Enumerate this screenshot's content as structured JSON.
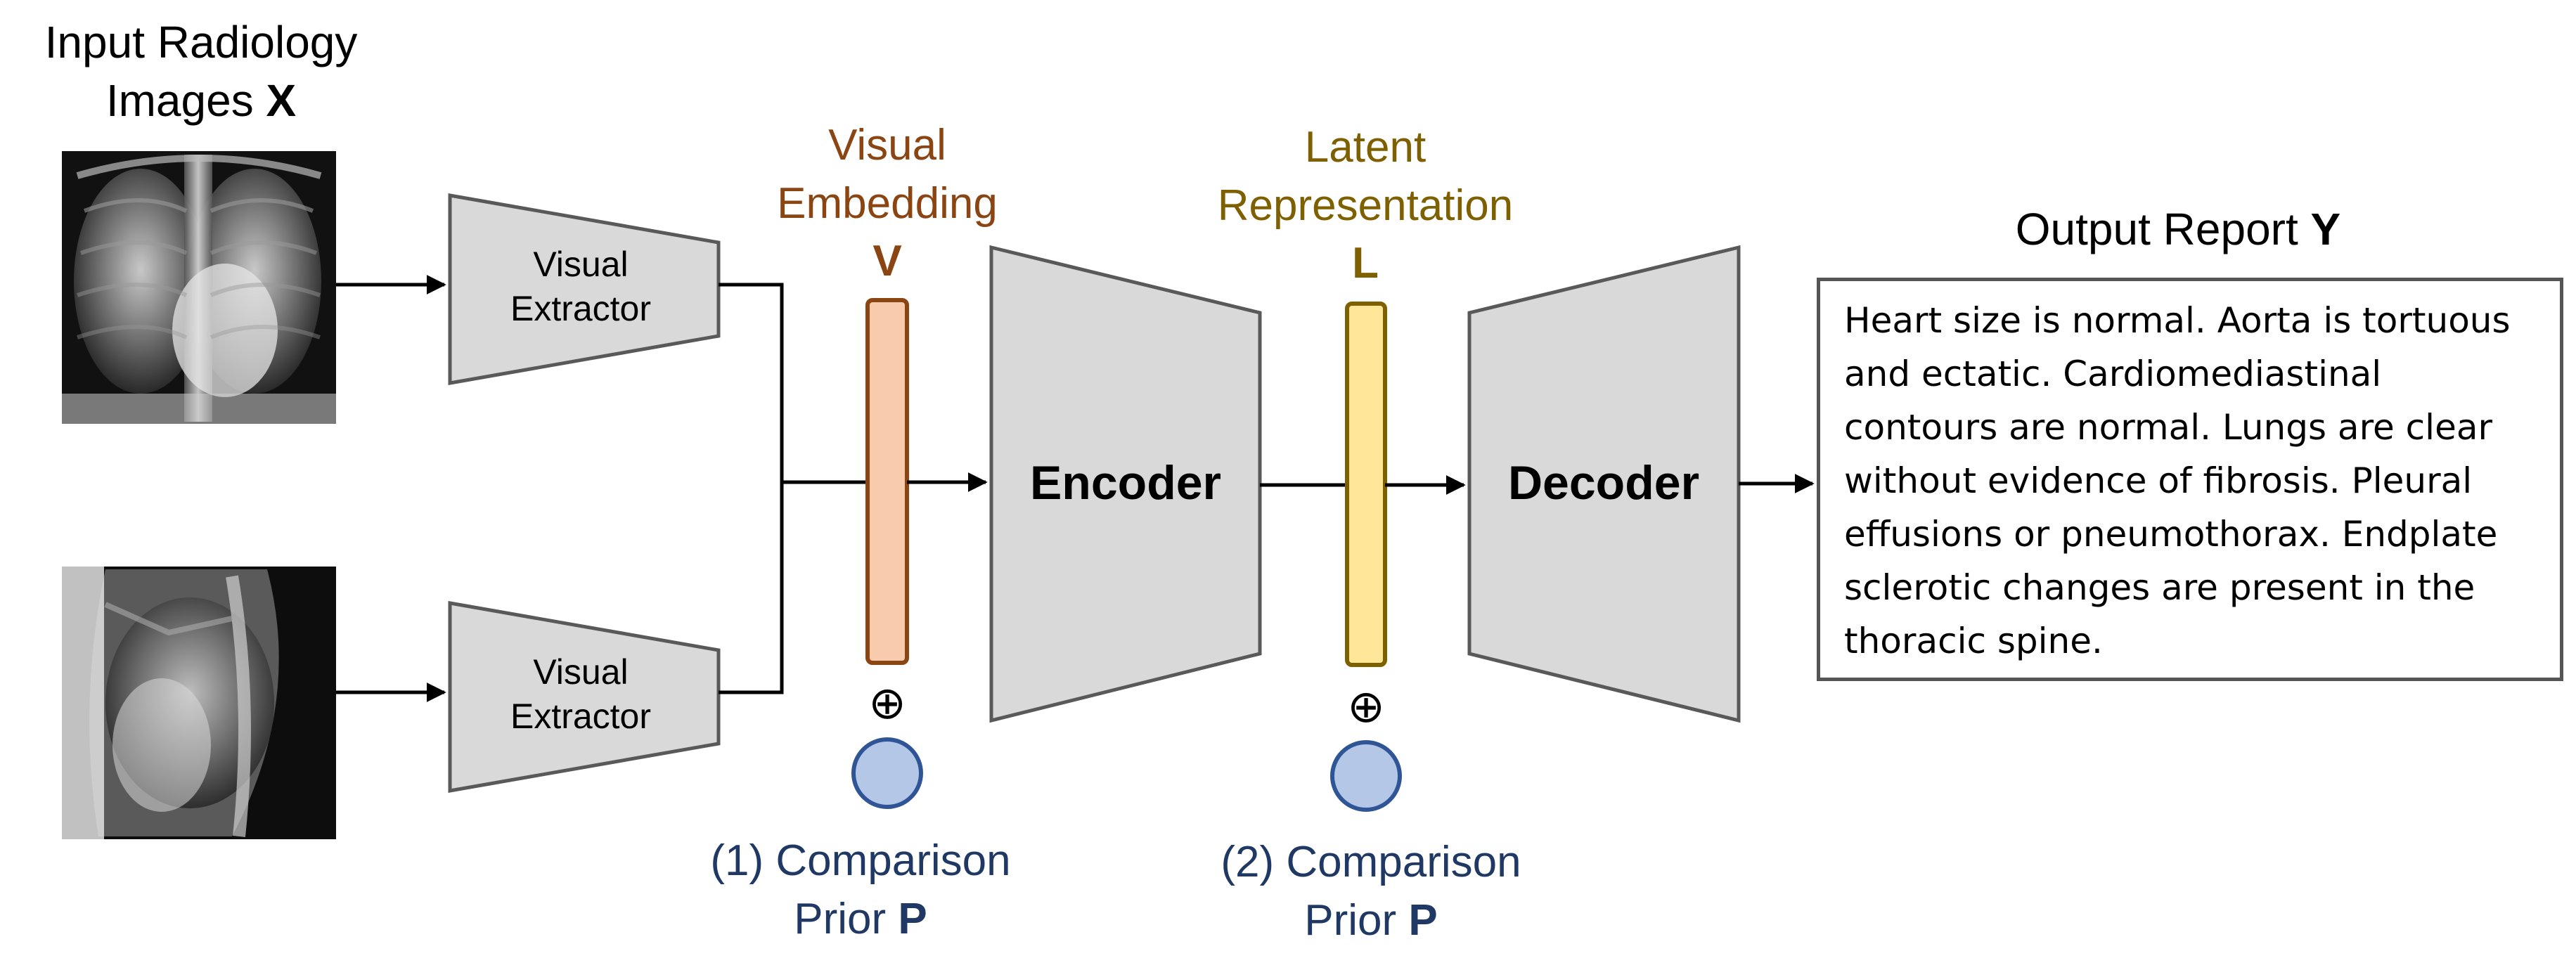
{
  "inputs": {
    "title_line1": "Input Radiology",
    "title_line2_text": "Images ",
    "title_line2_symbol": "X"
  },
  "extractors": [
    {
      "line1": "Visual",
      "line2": "Extractor"
    },
    {
      "line1": "Visual",
      "line2": "Extractor"
    }
  ],
  "visual_embedding": {
    "line1": "Visual",
    "line2": "Embedding",
    "symbol": "V",
    "color": "#8B4513",
    "bar_fill": "#F8CBAD",
    "bar_stroke": "#8B4513"
  },
  "encoder": {
    "label": "Encoder"
  },
  "latent": {
    "line1": "Latent",
    "line2": "Representation",
    "symbol": "L",
    "color": "#7F6000",
    "bar_fill": "#FFE699",
    "bar_stroke": "#7F6000"
  },
  "decoder": {
    "label": "Decoder"
  },
  "priors": [
    {
      "line1": "(1) Comparison",
      "line2_text": "Prior ",
      "symbol": "P",
      "oplus": "⊕"
    },
    {
      "line1": "(2) Comparison",
      "line2_text": "Prior ",
      "symbol": "P",
      "oplus": "⊕"
    }
  ],
  "prior_color": "#1F3864",
  "prior_circle_fill": "#B4C7E7",
  "output": {
    "title_text": "Output Report ",
    "title_symbol": "Y",
    "report_lines": [
      "Heart size is normal. Aorta is tortuous",
      "and ectatic. Cardiomediastinal",
      "contours are normal. Lungs are clear",
      "without evidence of fibrosis. Pleural",
      "effusions or pneumothorax. Endplate",
      "sclerotic changes are present in the",
      "thoracic spine."
    ]
  },
  "colors": {
    "block_fill": "#D9D9D9",
    "block_stroke": "#595959",
    "arrow": "#000000"
  }
}
